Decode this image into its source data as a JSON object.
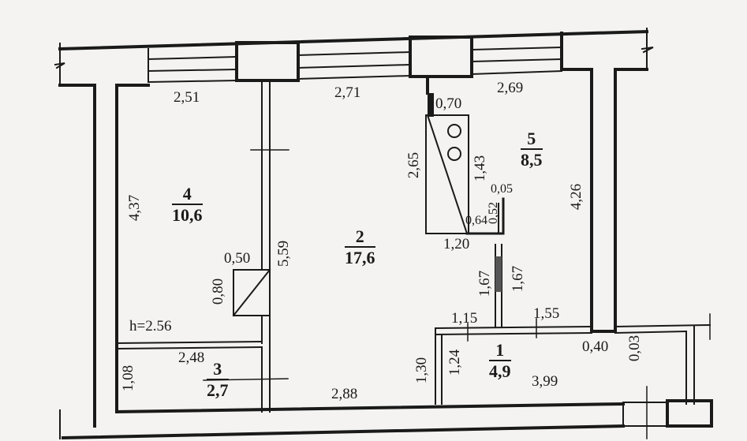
{
  "plan": {
    "ceiling_height": "h=2.56",
    "rooms": [
      {
        "number": "1",
        "area": "4,9"
      },
      {
        "number": "2",
        "area": "17,6"
      },
      {
        "number": "3",
        "area": "2,7"
      },
      {
        "number": "4",
        "area": "10,6"
      },
      {
        "number": "5",
        "area": "8,5"
      }
    ],
    "dimensions": {
      "top_room4_width": "2,51",
      "top_room2_width": "2,71",
      "top_room5_width": "2,69",
      "room4_height": "4,37",
      "room2_height": "5,59",
      "closet_width": "0,50",
      "closet_depth": "0,80",
      "room3_width": "2,48",
      "room3_height": "1,08",
      "room2_bottom_width": "2,88",
      "kitchen_counter_len": "2,65",
      "kitchen_counter_top": "0,70",
      "kitchen_stove_len": "1,43",
      "kitchen_bottom": "1,20",
      "kitchen_notch": "0,64",
      "partition_thick": "0,05",
      "partition_len": "0,52",
      "room5_height": "4,26",
      "partition_left": "1,67",
      "partition_right": "1,67",
      "hall_left_seg": "1,15",
      "hall_right_seg": "1,55",
      "hall_height_outer": "1,30",
      "hall_height_inner": "1,24",
      "hall_length": "3,99",
      "column_width": "0,40",
      "wall_offset": "0,03"
    }
  }
}
